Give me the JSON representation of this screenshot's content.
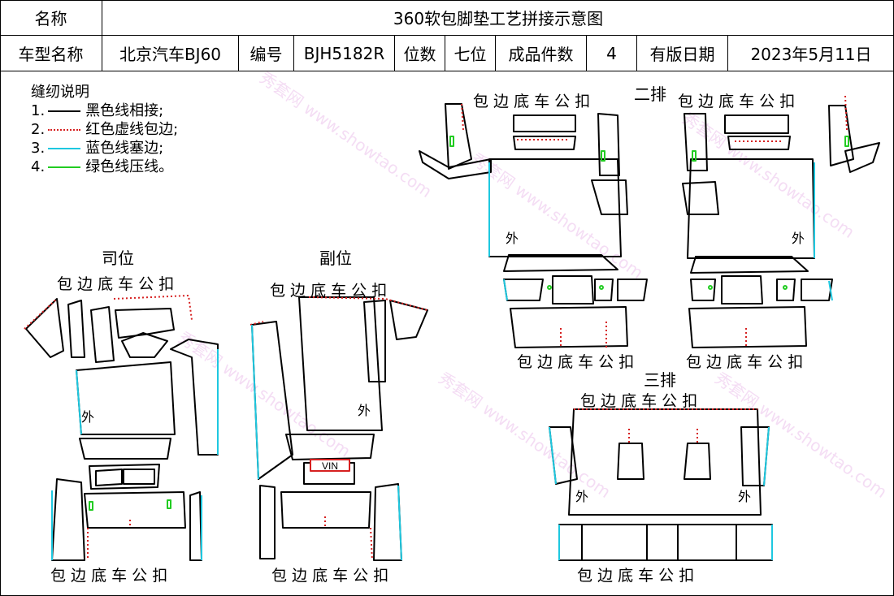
{
  "header": {
    "name_label": "名称",
    "title": "360软包脚垫工艺拼接示意图",
    "model_label": "车型名称",
    "model_value": "北京汽车BJ60",
    "code_label": "编号",
    "code_value": "BJH5182R",
    "seat_label": "位数",
    "seat_value": "七位",
    "count_label": "成品件数",
    "count_value": "4",
    "date_label": "有版日期",
    "date_value": "2023年5月11日"
  },
  "legend": {
    "title": "缝纫说明",
    "items": [
      {
        "num": "1.",
        "text": "黑色线相接;",
        "color": "#000000"
      },
      {
        "num": "2.",
        "text": "红色虚线包边;",
        "color": "#d62020"
      },
      {
        "num": "3.",
        "text": "蓝色线塞边;",
        "color": "#1ec8e0"
      },
      {
        "num": "4.",
        "text": "绿色线压线。",
        "color": "#22cc22"
      }
    ]
  },
  "labels": {
    "driver": "司位",
    "passenger": "副位",
    "row2": "二排",
    "row3": "三排",
    "edge_note": "包 边 底 车 公 扣",
    "outside": "外",
    "vin": "VIN"
  },
  "watermark": "秀套网 www.showtao.com",
  "colors": {
    "black": "#000000",
    "red": "#d62020",
    "cyan": "#1ec8e0",
    "green": "#22cc22"
  }
}
